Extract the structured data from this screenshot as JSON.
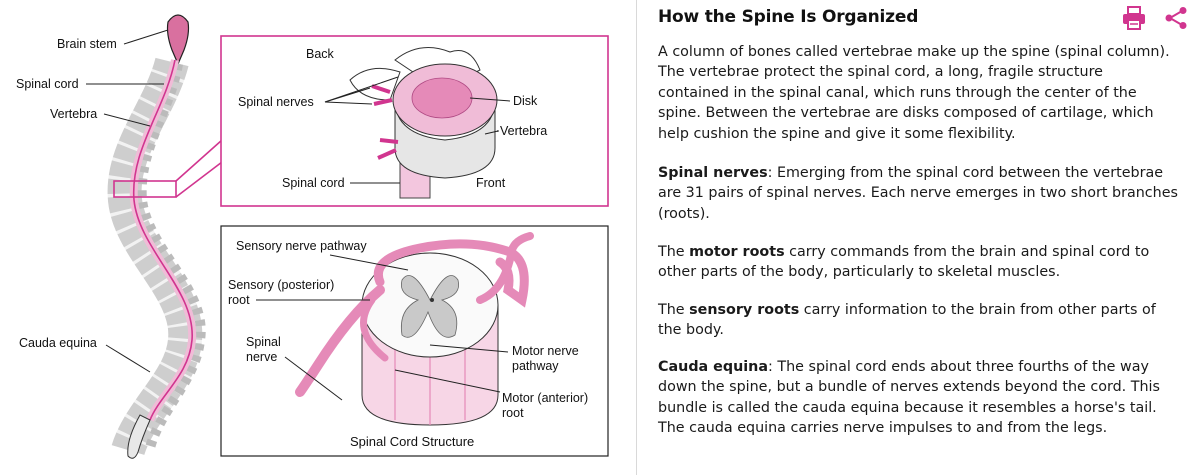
{
  "article": {
    "title": "How the Spine Is Organized",
    "p1": "A column of bones called vertebrae make up the spine (spinal column). The vertebrae protect the spinal cord, a long, fragile structure contained in the spinal canal, which runs through the center of the spine. Between the vertebrae are disks composed of cartilage, which help cushion the spine and give it some flexibility.",
    "p2_term": "Spinal nerves",
    "p2_text": ": Emerging from the spinal cord between the vertebrae are 31 pairs of spinal nerves. Each nerve emerges in two short branches (roots).",
    "p3_pre": "The ",
    "p3_term": "motor roots",
    "p3_text": " carry commands from the brain and spinal cord to other parts of the body, particularly to skeletal muscles.",
    "p4_pre": "The ",
    "p4_term": "sensory roots",
    "p4_text": " carry information to the brain from other parts of the body.",
    "p5_term": "Cauda equina",
    "p5_text": ": The spinal cord ends about three fourths of the way down the spine, but a bundle of nerves extends beyond the cord. This bundle is called the cauda equina because it resembles a horse's tail. The cauda equina carries nerve impulses to and from the legs."
  },
  "toolbar": {
    "print_icon": "printer-icon",
    "share_icon": "share-icon"
  },
  "labels": {
    "brain_stem": "Brain stem",
    "spinal_cord": "Spinal cord",
    "vertebra": "Vertebra",
    "cauda_equina": "Cauda equina",
    "back": "Back",
    "front": "Front",
    "spinal_nerves": "Spinal nerves",
    "disk": "Disk",
    "vertebra_inset": "Vertebra",
    "spinal_cord_inset": "Spinal cord",
    "sensory_pathway": "Sensory nerve pathway",
    "sensory_root_1": "Sensory (posterior)",
    "sensory_root_2": "root",
    "spinal_nerve_1": "Spinal",
    "spinal_nerve_2": "nerve",
    "motor_pathway_1": "Motor nerve",
    "motor_pathway_2": "pathway",
    "motor_root_1": "Motor (anterior)",
    "motor_root_2": "root",
    "structure_caption": "Spinal Cord Structure"
  },
  "colors": {
    "accent": "#d1358f",
    "pink_light": "#f3c6de",
    "pink": "#e58ab8",
    "outline": "#222222",
    "gray": "#bfbfbf"
  }
}
